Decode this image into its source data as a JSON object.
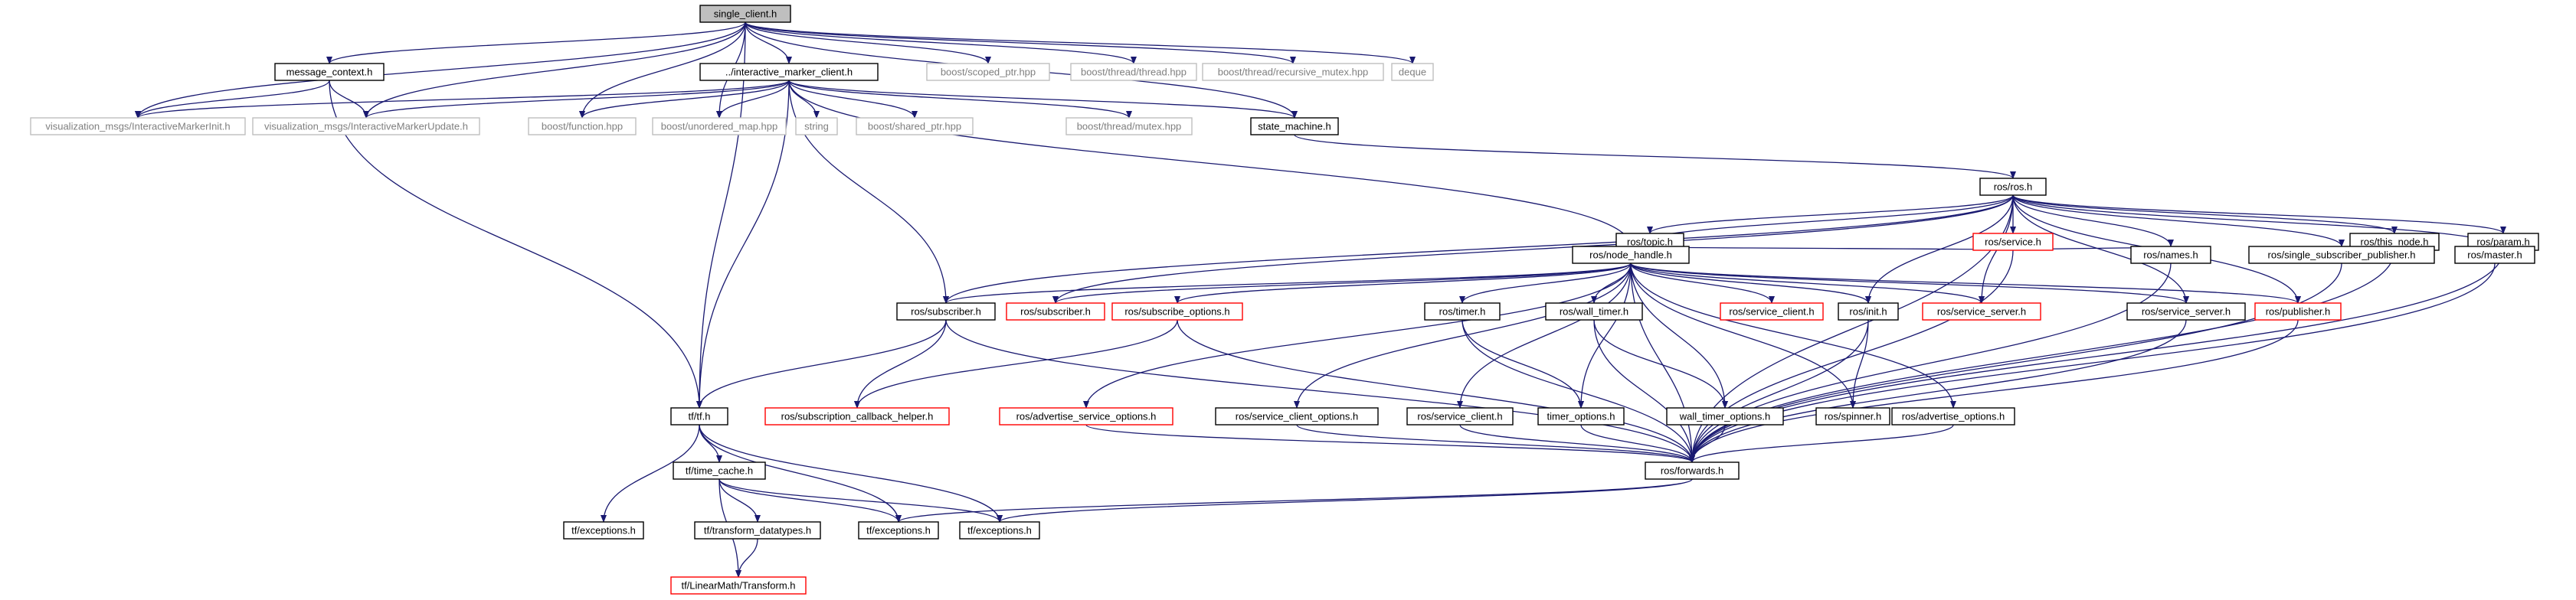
{
  "diagram": {
    "colors": {
      "edge": "#191970",
      "found_border": "#000000",
      "external_border": "#bfbfbf",
      "external_text": "#7f7f7f",
      "missing_border": "#ff0000",
      "current_fill": "#bfbfbf",
      "text": "#000000"
    },
    "nodes": [
      {
        "id": "n0",
        "label": "single_client.h",
        "kind": "current"
      },
      {
        "id": "n1",
        "label": "message_context.h",
        "kind": "found"
      },
      {
        "id": "n2",
        "label": "visualization_msgs/InteractiveMarkerInit.h",
        "kind": "external"
      },
      {
        "id": "n3",
        "label": "visualization_msgs/InteractiveMarkerUpdate.h",
        "kind": "external"
      },
      {
        "id": "n4",
        "label": "../interactive_marker_client.h",
        "kind": "found"
      },
      {
        "id": "n5",
        "label": "boost/function.hpp",
        "kind": "external"
      },
      {
        "id": "n6",
        "label": "boost/unordered_map.hpp",
        "kind": "external"
      },
      {
        "id": "n7",
        "label": "string",
        "kind": "external"
      },
      {
        "id": "n8",
        "label": "boost/shared_ptr.hpp",
        "kind": "external"
      },
      {
        "id": "n9",
        "label": "boost/thread/mutex.hpp",
        "kind": "external"
      },
      {
        "id": "n10",
        "label": "state_machine.h",
        "kind": "found"
      },
      {
        "id": "n11",
        "label": "boost/scoped_ptr.hpp",
        "kind": "external"
      },
      {
        "id": "n12",
        "label": "boost/thread/thread.hpp",
        "kind": "external"
      },
      {
        "id": "n13",
        "label": "boost/thread/recursive_mutex.hpp",
        "kind": "external"
      },
      {
        "id": "n14",
        "label": "deque",
        "kind": "external"
      },
      {
        "id": "n15",
        "label": "ros/ros.h",
        "kind": "found"
      },
      {
        "id": "n16",
        "label": "ros/topic.h",
        "kind": "found"
      },
      {
        "id": "n17",
        "label": "ros/service.h",
        "kind": "missing"
      },
      {
        "id": "n18",
        "label": "ros/this_node.h",
        "kind": "found"
      },
      {
        "id": "n19",
        "label": "ros/param.h",
        "kind": "found"
      },
      {
        "id": "n20",
        "label": "ros/node_handle.h",
        "kind": "found"
      },
      {
        "id": "n21",
        "label": "ros/names.h",
        "kind": "found"
      },
      {
        "id": "n22",
        "label": "ros/single_subscriber_publisher.h",
        "kind": "found"
      },
      {
        "id": "n23",
        "label": "ros/master.h",
        "kind": "found"
      },
      {
        "id": "n24",
        "label": "ros/subscriber.h",
        "kind": "found"
      },
      {
        "id": "n25",
        "label": "ros/subscriber.h",
        "kind": "missing"
      },
      {
        "id": "n26",
        "label": "ros/subscribe_options.h",
        "kind": "missing"
      },
      {
        "id": "n27",
        "label": "ros/timer.h",
        "kind": "found"
      },
      {
        "id": "n28",
        "label": "ros/wall_timer.h",
        "kind": "found"
      },
      {
        "id": "n29",
        "label": "ros/service_client.h",
        "kind": "missing"
      },
      {
        "id": "n30",
        "label": "ros/init.h",
        "kind": "found"
      },
      {
        "id": "n31",
        "label": "ros/service_server.h",
        "kind": "missing"
      },
      {
        "id": "n32",
        "label": "ros/service_server.h",
        "kind": "found"
      },
      {
        "id": "n33",
        "label": "ros/publisher.h",
        "kind": "missing"
      },
      {
        "id": "n34",
        "label": "tf/tf.h",
        "kind": "found"
      },
      {
        "id": "n35",
        "label": "ros/subscription_callback_helper.h",
        "kind": "missing"
      },
      {
        "id": "n36",
        "label": "ros/advertise_service_options.h",
        "kind": "missing"
      },
      {
        "id": "n37",
        "label": "ros/service_client_options.h",
        "kind": "found"
      },
      {
        "id": "n38",
        "label": "ros/service_client.h",
        "kind": "found"
      },
      {
        "id": "n39",
        "label": "timer_options.h",
        "kind": "found"
      },
      {
        "id": "n40",
        "label": "wall_timer_options.h",
        "kind": "found"
      },
      {
        "id": "n41",
        "label": "ros/spinner.h",
        "kind": "found"
      },
      {
        "id": "n42",
        "label": "ros/advertise_options.h",
        "kind": "found"
      },
      {
        "id": "n43",
        "label": "tf/time_cache.h",
        "kind": "found"
      },
      {
        "id": "n44",
        "label": "ros/forwards.h",
        "kind": "found"
      },
      {
        "id": "n45",
        "label": "tf/exceptions.h",
        "kind": "found"
      },
      {
        "id": "n46",
        "label": "tf/transform_datatypes.h",
        "kind": "found"
      },
      {
        "id": "n47",
        "label": "tf/exceptions.h",
        "kind": "found"
      },
      {
        "id": "n48",
        "label": "tf/exceptions.h",
        "kind": "found"
      },
      {
        "id": "n49",
        "label": "tf/LinearMath/Transform.h",
        "kind": "missing"
      }
    ],
    "edges": [
      [
        "n0",
        "n1"
      ],
      [
        "n0",
        "n2"
      ],
      [
        "n0",
        "n3"
      ],
      [
        "n0",
        "n4"
      ],
      [
        "n0",
        "n5"
      ],
      [
        "n0",
        "n6"
      ],
      [
        "n0",
        "n10"
      ],
      [
        "n0",
        "n11"
      ],
      [
        "n0",
        "n12"
      ],
      [
        "n0",
        "n13"
      ],
      [
        "n0",
        "n14"
      ],
      [
        "n0",
        "n34"
      ],
      [
        "n1",
        "n2"
      ],
      [
        "n1",
        "n3"
      ],
      [
        "n1",
        "n34"
      ],
      [
        "n4",
        "n2"
      ],
      [
        "n4",
        "n3"
      ],
      [
        "n4",
        "n5"
      ],
      [
        "n4",
        "n6"
      ],
      [
        "n4",
        "n7"
      ],
      [
        "n4",
        "n8"
      ],
      [
        "n4",
        "n9"
      ],
      [
        "n4",
        "n10"
      ],
      [
        "n4",
        "n20"
      ],
      [
        "n4",
        "n24"
      ],
      [
        "n4",
        "n34"
      ],
      [
        "n10",
        "n15"
      ],
      [
        "n15",
        "n16"
      ],
      [
        "n15",
        "n17"
      ],
      [
        "n15",
        "n18"
      ],
      [
        "n15",
        "n19"
      ],
      [
        "n15",
        "n20"
      ],
      [
        "n15",
        "n21"
      ],
      [
        "n15",
        "n22"
      ],
      [
        "n15",
        "n23"
      ],
      [
        "n15",
        "n24"
      ],
      [
        "n15",
        "n25"
      ],
      [
        "n15",
        "n30"
      ],
      [
        "n15",
        "n31"
      ],
      [
        "n15",
        "n32"
      ],
      [
        "n15",
        "n33"
      ],
      [
        "n15",
        "n44"
      ],
      [
        "n16",
        "n20"
      ],
      [
        "n17",
        "n20"
      ],
      [
        "n17",
        "n21"
      ],
      [
        "n17",
        "n44"
      ],
      [
        "n18",
        "n44"
      ],
      [
        "n19",
        "n44"
      ],
      [
        "n20",
        "n24"
      ],
      [
        "n20",
        "n25"
      ],
      [
        "n20",
        "n26"
      ],
      [
        "n20",
        "n27"
      ],
      [
        "n20",
        "n28"
      ],
      [
        "n20",
        "n29"
      ],
      [
        "n20",
        "n30"
      ],
      [
        "n20",
        "n31"
      ],
      [
        "n20",
        "n32"
      ],
      [
        "n20",
        "n33"
      ],
      [
        "n20",
        "n36"
      ],
      [
        "n20",
        "n37"
      ],
      [
        "n20",
        "n38"
      ],
      [
        "n20",
        "n39"
      ],
      [
        "n20",
        "n40"
      ],
      [
        "n20",
        "n41"
      ],
      [
        "n20",
        "n42"
      ],
      [
        "n20",
        "n44"
      ],
      [
        "n21",
        "n44"
      ],
      [
        "n22",
        "n44"
      ],
      [
        "n23",
        "n44"
      ],
      [
        "n24",
        "n34"
      ],
      [
        "n24",
        "n35"
      ],
      [
        "n24",
        "n44"
      ],
      [
        "n26",
        "n35"
      ],
      [
        "n26",
        "n44"
      ],
      [
        "n27",
        "n39"
      ],
      [
        "n27",
        "n44"
      ],
      [
        "n28",
        "n40"
      ],
      [
        "n28",
        "n44"
      ],
      [
        "n30",
        "n41"
      ],
      [
        "n30",
        "n44"
      ],
      [
        "n32",
        "n44"
      ],
      [
        "n33",
        "n44"
      ],
      [
        "n34",
        "n43"
      ],
      [
        "n34",
        "n45"
      ],
      [
        "n34",
        "n47"
      ],
      [
        "n34",
        "n48"
      ],
      [
        "n36",
        "n44"
      ],
      [
        "n37",
        "n44"
      ],
      [
        "n38",
        "n44"
      ],
      [
        "n39",
        "n44"
      ],
      [
        "n40",
        "n44"
      ],
      [
        "n42",
        "n44"
      ],
      [
        "n43",
        "n46"
      ],
      [
        "n43",
        "n47"
      ],
      [
        "n43",
        "n48"
      ],
      [
        "n43",
        "n49"
      ],
      [
        "n44",
        "n47"
      ],
      [
        "n44",
        "n48"
      ],
      [
        "n46",
        "n49"
      ]
    ]
  }
}
